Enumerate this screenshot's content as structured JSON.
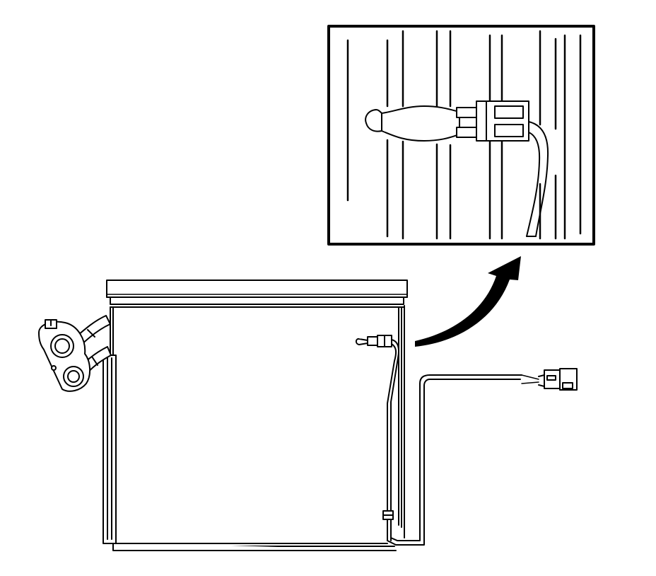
{
  "diagram": {
    "colors": {
      "line": "#000000",
      "background": "#ffffff"
    },
    "components": [
      {
        "id": "evaporator-core",
        "icon": "evaporator-core-icon"
      },
      {
        "id": "detail-inset",
        "icon": "magnified-detail-icon"
      },
      {
        "id": "temperature-sensor",
        "icon": "sensor-probe-icon"
      },
      {
        "id": "sensor-connector",
        "icon": "electrical-connector-icon"
      },
      {
        "id": "expansion-valve-block",
        "icon": "valve-block-icon"
      },
      {
        "id": "pointer-arrow",
        "icon": "curved-arrow-icon"
      }
    ]
  }
}
